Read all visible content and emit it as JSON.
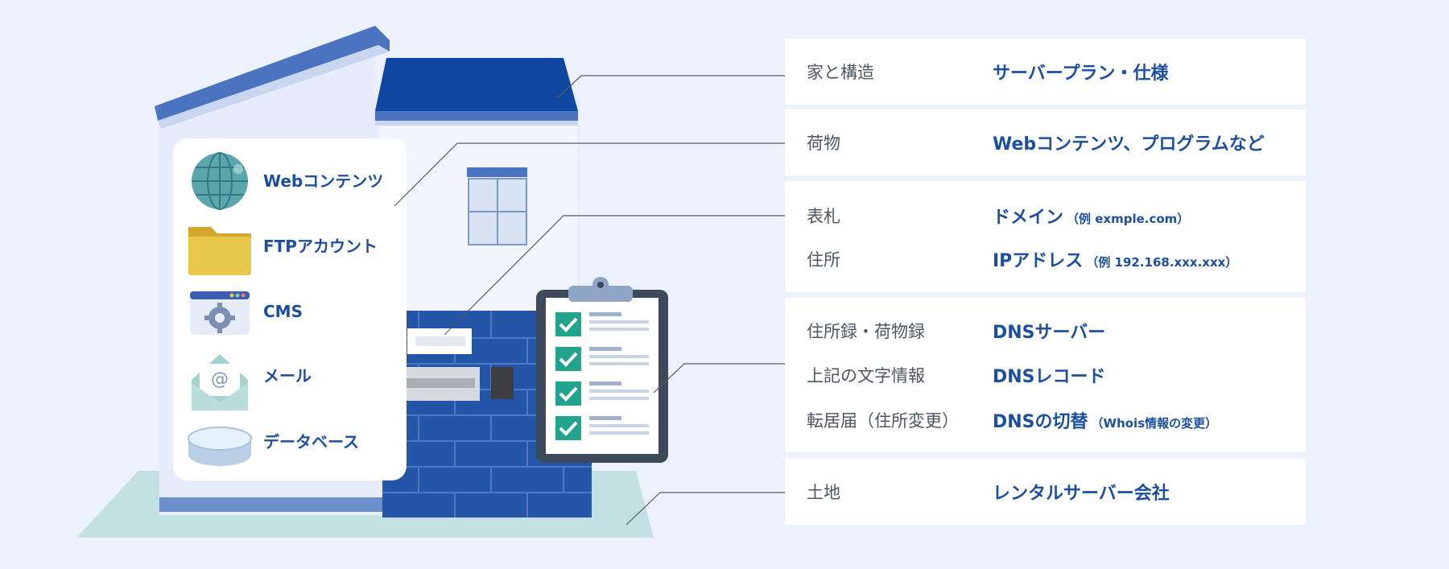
{
  "illustration": {
    "items": [
      {
        "label": "Webコンテンツ",
        "icon": "globe-icon"
      },
      {
        "label": "FTPアカウント",
        "icon": "folder-icon"
      },
      {
        "label": "CMS",
        "icon": "cms-gear-icon"
      },
      {
        "label": "メール",
        "icon": "mail-icon"
      },
      {
        "label": "データベース",
        "icon": "database-icon"
      }
    ],
    "colors": {
      "roof": "#4a74bf",
      "roof_dark": "#0f47a2",
      "brick": "#2555a8",
      "ground": "#c3e0e3",
      "check": "#22a38e",
      "accent_text": "#1c4f9f"
    }
  },
  "table": {
    "groups": [
      {
        "rows": [
          {
            "label": "家と構造",
            "value": "サーバープラン・仕様",
            "note": ""
          }
        ]
      },
      {
        "rows": [
          {
            "label": "荷物",
            "value": "Webコンテンツ、プログラムなど",
            "note": ""
          }
        ]
      },
      {
        "rows": [
          {
            "label": "表札",
            "value": "ドメイン",
            "note": "（例 exmple.com）"
          },
          {
            "label": "住所",
            "value": "IPアドレス",
            "note": "（例 192.168.xxx.xxx）"
          }
        ]
      },
      {
        "rows": [
          {
            "label": "住所録・荷物録",
            "value": "DNSサーバー",
            "note": ""
          },
          {
            "label": "上記の文字情報",
            "value": "DNSレコード",
            "note": ""
          },
          {
            "label": "転居届（住所変更）",
            "value": "DNSの切替",
            "note": "（Whois情報の変更）"
          }
        ]
      },
      {
        "rows": [
          {
            "label": "土地",
            "value": "レンタルサーバー会社",
            "note": ""
          }
        ]
      }
    ]
  }
}
